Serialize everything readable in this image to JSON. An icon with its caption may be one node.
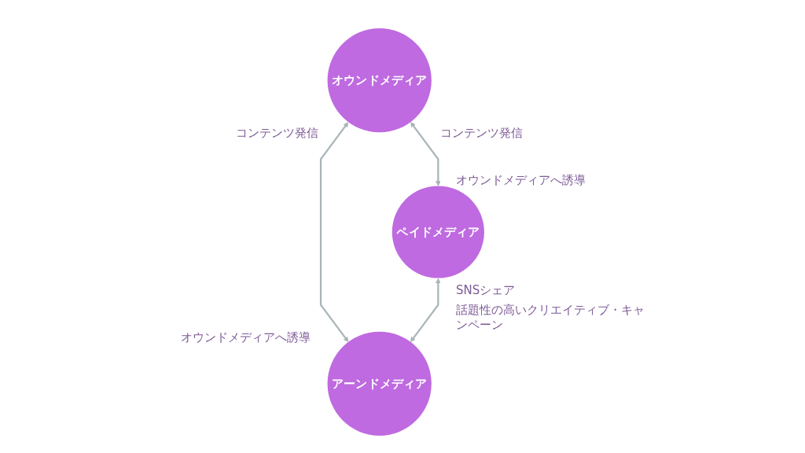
{
  "diagram": {
    "nodes": [
      {
        "text": [
          "オウンドメディア"
        ]
      },
      {
        "text": [
          "ペイドメディア"
        ]
      },
      {
        "text": [
          "アーンドメディア"
        ]
      }
    ],
    "edges": [
      {
        "from": 0,
        "to": 1,
        "arrow": "both"
      },
      {
        "from": 0,
        "to": 2,
        "arrow": "both"
      },
      {
        "from": 1,
        "to": 2,
        "arrow": "both"
      }
    ],
    "labels": [
      "コンテンツ発信",
      "コンテンツ発信",
      "オウンドメディアへ誘導",
      "オウンドメディアへ誘導",
      "SNSシェア",
      "話題性の高いクリエイティブ・キャンペーン"
    ]
  }
}
